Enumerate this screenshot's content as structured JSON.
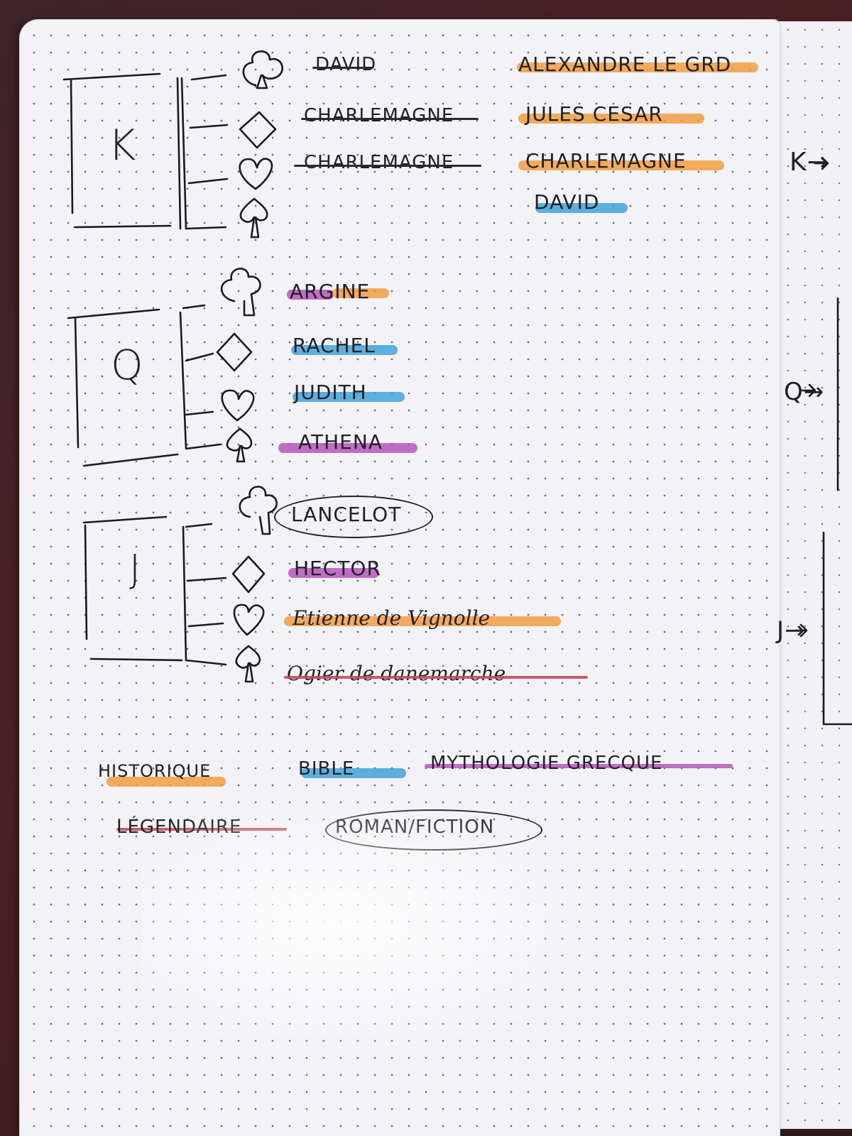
{
  "colors": {
    "orange": "#f29a3a",
    "blue": "#3aa0d8",
    "purple": "#b54fb8",
    "red": "#c4485a",
    "ink": "#1b1b1f",
    "paper": "#f3f2f6"
  },
  "cards": [
    {
      "letter": "K",
      "names": [
        "DAVID",
        "CHARLEMAGNE",
        "CHARLEMAGNE",
        ""
      ],
      "right": [
        "ALEXANDRE LE GRD",
        "JULES CESAR",
        "CHARLEMAGNE",
        "DAVID"
      ]
    },
    {
      "letter": "Q",
      "names": [
        "ARGINE",
        "RACHEL",
        "JUDITH",
        "ATHENA"
      ]
    },
    {
      "letter": "J",
      "names": [
        "LANCELOT",
        "HECTOR",
        "Etienne de Vignolle",
        "Ogier de danemarche"
      ]
    }
  ],
  "legend": {
    "historique": "HISTORIQUE",
    "bible": "BIBLE",
    "mythologie": "MYTHOLOGIE GRECQUE",
    "legendaire": "LÉGENDAIRE",
    "roman": "ROMAN/FICTION"
  },
  "next_page": {
    "k": "K→",
    "q": "Q→",
    "j": "J→"
  },
  "icons": [
    "club-icon",
    "diamond-icon",
    "heart-icon",
    "spade-icon"
  ]
}
